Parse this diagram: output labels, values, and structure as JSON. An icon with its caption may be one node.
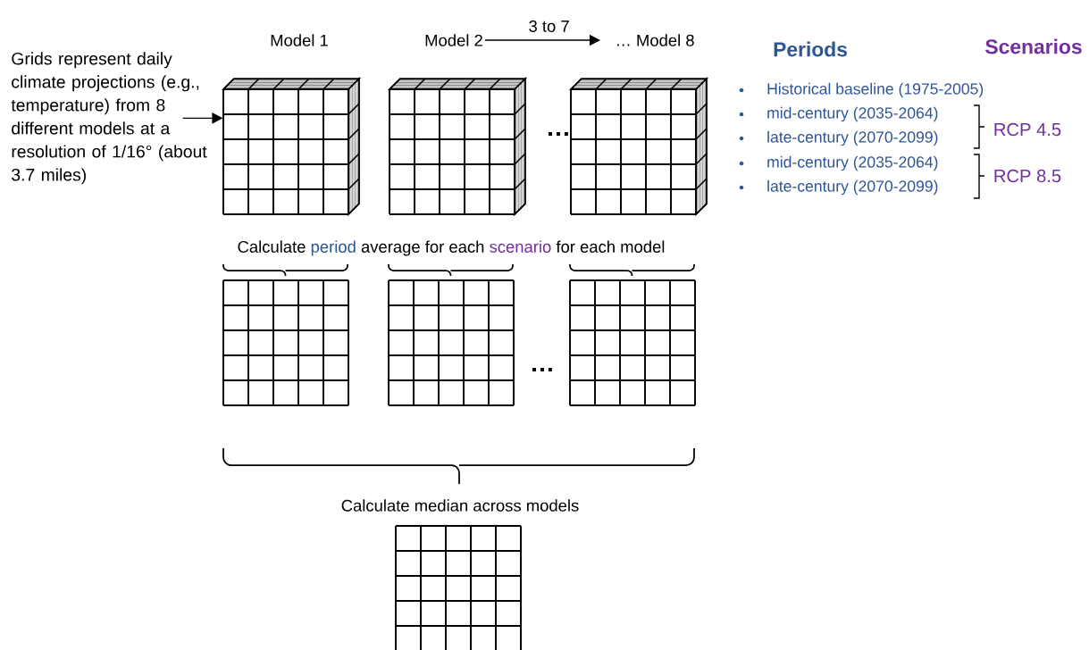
{
  "diagram": {
    "nodes": [
      {
        "text": [
          "Grids represent daily climate projections (e.g., temperature) from 8 different models at a resolution of 1/16° (about 3.7 miles)"
        ]
      },
      {
        "text": [
          "Model 1"
        ]
      },
      {
        "text": [
          "Model 2"
        ]
      },
      {
        "text": [
          "… Model 8"
        ]
      },
      {
        "text": [],
        "shape": "cube"
      },
      {
        "text": [],
        "shape": "cube"
      },
      {
        "text": [],
        "shape": "cube"
      },
      {
        "text": [],
        "shape": "grid"
      },
      {
        "text": [],
        "shape": "grid"
      },
      {
        "text": [],
        "shape": "grid"
      },
      {
        "text": [],
        "shape": "grid"
      }
    ],
    "edges": [
      {
        "from": 0,
        "to": 4,
        "arrow": "to"
      },
      {
        "from": 2,
        "to": 3,
        "arrow": "to",
        "label": "3 to 7"
      }
    ],
    "labels": [
      "…",
      "Calculate",
      "period",
      "average for each",
      "scenario",
      "for each model",
      "…",
      "Calculate median across models",
      "Periods",
      "Scenarios",
      "Historical baseline (1975-2005)",
      "mid-century (2035-2064)",
      "late-century (2070-2099)",
      "mid-century (2035-2064)",
      "late-century (2070-2099)",
      "RCP 4.5",
      "RCP 8.5"
    ]
  }
}
